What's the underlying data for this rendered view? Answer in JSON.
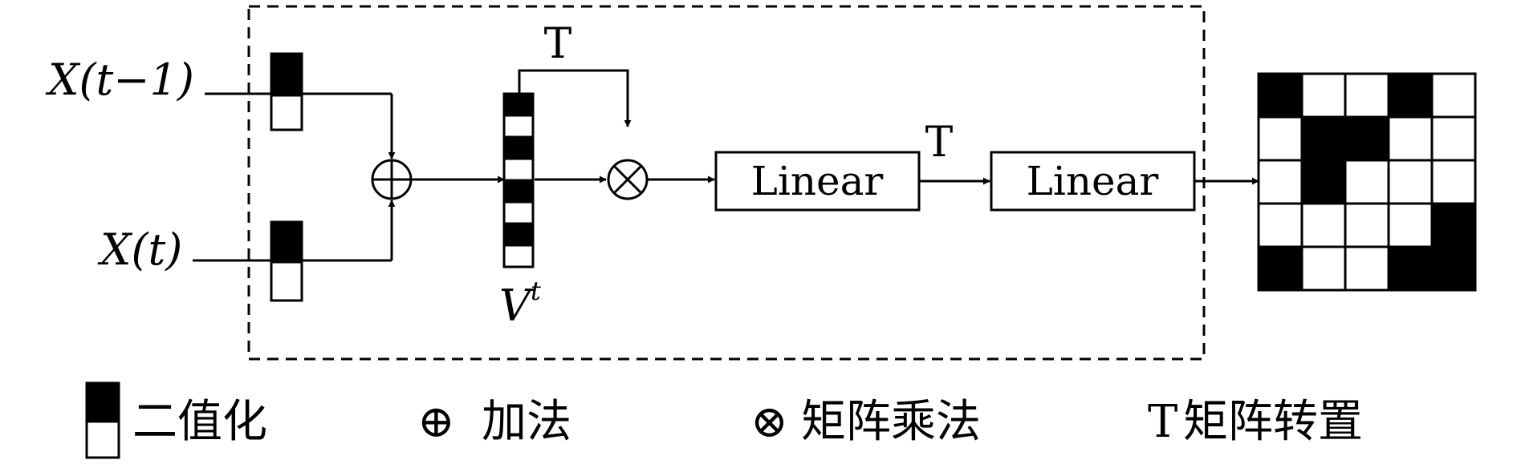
{
  "inputs": {
    "x_prev": "X(t−1)",
    "x_curr": "X(t)"
  },
  "vector_label": {
    "base": "V",
    "sup": "t"
  },
  "transpose_top": "T",
  "transpose_mid": "T",
  "linear1": "Linear",
  "linear2": "Linear",
  "ops": {
    "add": "⊕",
    "mul": "⊗"
  },
  "legend": {
    "binarize": "二值化",
    "add_symbol": "⊕",
    "add": "加法",
    "matmul_symbol": "⊗",
    "matmul": "矩阵乘法",
    "transpose_symbol": "T",
    "transpose": "矩阵转置"
  },
  "output_matrix": {
    "rows": 5,
    "cols": 5,
    "cells": [
      [
        1,
        0,
        0,
        1,
        0
      ],
      [
        0,
        1,
        1,
        0,
        0
      ],
      [
        0,
        1,
        0,
        0,
        0
      ],
      [
        0,
        0,
        0,
        0,
        1
      ],
      [
        1,
        0,
        0,
        1,
        1
      ]
    ]
  },
  "vector_cells": [
    1,
    0,
    1,
    0,
    1,
    0,
    1,
    0
  ]
}
